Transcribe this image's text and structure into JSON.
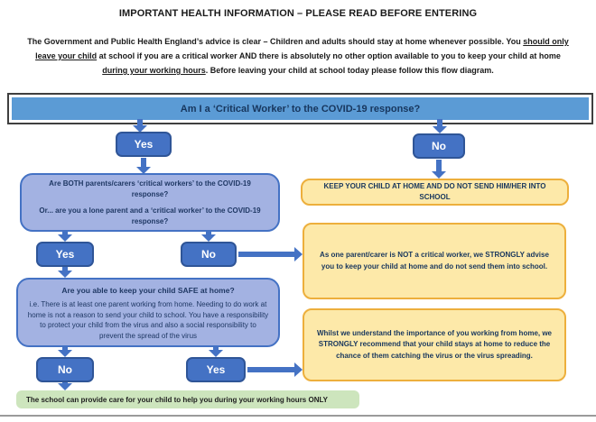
{
  "header": {
    "title": "IMPORTANT HEALTH INFORMATION – PLEASE READ BEFORE ENTERING",
    "intro_seg1": "The Government and Public Health England’s advice is clear – Children and adults should stay at home whenever possible. You ",
    "intro_underline1": "should only leave your child",
    "intro_seg2": " at school if you are a critical worker AND there is absolutely no other option available to you to keep your child at home ",
    "intro_underline2": "during your working hours",
    "intro_seg3": ". Before leaving your child at school today please follow this flow diagram."
  },
  "banner": {
    "question": "Am I a ‘Critical Worker’ to the COVID-19 response?"
  },
  "decision1": {
    "yes": "Yes",
    "no": "No"
  },
  "box_parents": {
    "line1": "Are BOTH parents/carers ‘critical workers’ to the COVID-19 response?",
    "line2": "Or... are you a lone parent and a ‘critical worker’ to the COVID-19 response?"
  },
  "decision2": {
    "yes": "Yes",
    "no": "No"
  },
  "keep_home_box": {
    "text": "KEEP YOUR CHILD AT HOME AND DO NOT SEND HIM/HER INTO SCHOOL"
  },
  "advise_box": {
    "text": "As one parent/carer is NOT a critical worker, we STRONGLY advise you to keep your child at home and do not send them into school."
  },
  "box_safe": {
    "title": "Are you able to keep your child SAFE at home?",
    "body": "i.e. There is at least one parent working from home. Needing to do work at home is not a reason to send your child to school. You have a responsibility to protect your child from the virus and also a social responsibility to prevent the spread of the virus"
  },
  "decision3": {
    "no": "No",
    "yes": "Yes"
  },
  "recommend_box": {
    "text": "Whilst we understand the importance of you working from home, we STRONGLY recommend that your child stays at home to reduce the chance of them catching the virus or the virus spreading."
  },
  "school_care_bar": {
    "text": "The school can provide care for your child to help you during your working hours ONLY"
  },
  "colors": {
    "banner_fill": "#5B9BD5",
    "button_fill": "#4472C4",
    "button_border": "#2F5597",
    "blue_box_fill": "#A3B2E2",
    "blue_box_border": "#4472C4",
    "yellow_box_fill": "#FDE9A9",
    "yellow_box_border": "#EDAF3C",
    "green_bar_fill": "#CDE5BD",
    "dark_navy_text": "#1F3864",
    "arrow": "#4472C4"
  }
}
